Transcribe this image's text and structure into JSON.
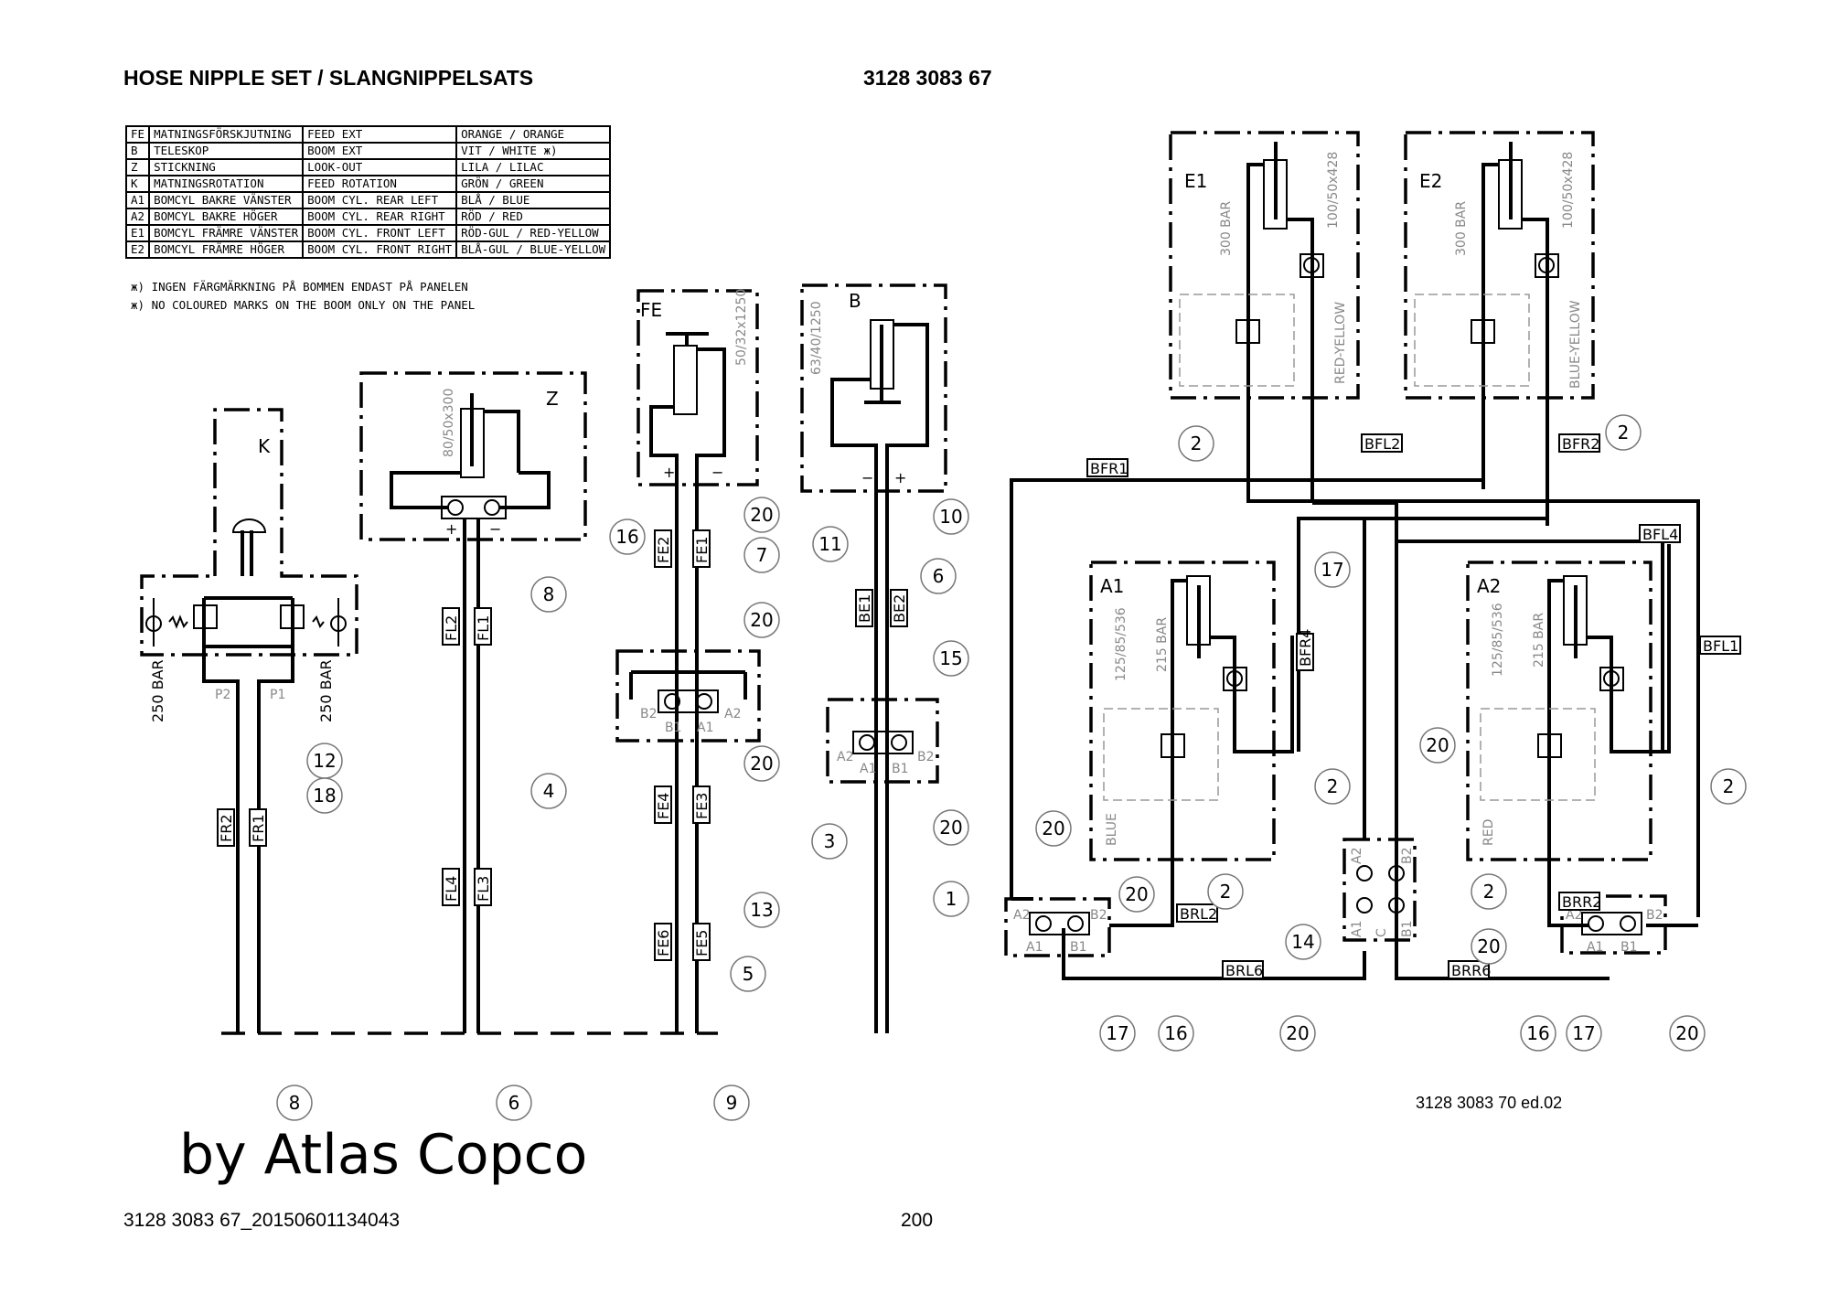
{
  "header": {
    "title": "HOSE NIPPLE SET / SLANGNIPPELSATS",
    "doc_number": "3128 3083 67"
  },
  "legend": {
    "rows": [
      {
        "code": "FE",
        "swedish": "MATNINGSFÖRSKJUTNING",
        "english": "FEED EXT",
        "color": "ORANGE / ORANGE"
      },
      {
        "code": "B",
        "swedish": "TELESKOP",
        "english": "BOOM EXT",
        "color": "VIT / WHITE ж)"
      },
      {
        "code": "Z",
        "swedish": "STICKNING",
        "english": "LOOK-OUT",
        "color": "LILA / LILAC"
      },
      {
        "code": "K",
        "swedish": "MATNINGSROTATION",
        "english": "FEED ROTATION",
        "color": "GRÖN / GREEN"
      },
      {
        "code": "A1",
        "swedish": "BOMCYL BAKRE VÄNSTER",
        "english": "BOOM CYL. REAR LEFT",
        "color": "BLÅ / BLUE"
      },
      {
        "code": "A2",
        "swedish": "BOMCYL BAKRE HÖGER",
        "english": "BOOM CYL. REAR RIGHT",
        "color": "RÖD / RED"
      },
      {
        "code": "E1",
        "swedish": "BOMCYL FRÄMRE VÄNSTER",
        "english": "BOOM CYL. FRONT LEFT",
        "color": "RÖD-GUL / RED-YELLOW"
      },
      {
        "code": "E2",
        "swedish": "BOMCYL FRÄMRE HÖGER",
        "english": "BOOM CYL. FRONT RIGHT",
        "color": "BLÅ-GUL / BLUE-YELLOW"
      }
    ],
    "note_sv": "ж) INGEN FÄRGMÄRKNING PÅ BOMMEN ENDAST PÅ PANELEN",
    "note_en": "ж) NO COLOURED MARKS ON THE BOOM ONLY ON THE PANEL"
  },
  "blocks": {
    "K": {
      "name": "K",
      "left_relief": "250 BAR",
      "right_relief": "250 BAR",
      "port_left": "P2",
      "port_right": "P1"
    },
    "Z": {
      "name": "Z",
      "cylinder": "80/50x300",
      "plus": "+",
      "minus": "−"
    },
    "FE": {
      "name": "FE",
      "cylinder": "50/32x1250",
      "plus": "+",
      "minus": "−",
      "valve_ports": [
        "B2",
        "B1",
        "A1",
        "A2"
      ]
    },
    "B": {
      "name": "B",
      "cylinder": "63/40/1250",
      "plus": "+",
      "minus": "−",
      "valve_ports": [
        "A2",
        "A1",
        "B1",
        "B2"
      ]
    },
    "E1": {
      "name": "E1",
      "relief": "300 BAR",
      "cylinder": "100/50x428",
      "color_tag": "RED-YELLOW"
    },
    "E2": {
      "name": "E2",
      "relief": "300 BAR",
      "cylinder": "100/50x428",
      "color_tag": "BLUE-YELLOW"
    },
    "A1": {
      "name": "A1",
      "relief": "215 BAR",
      "cylinder": "125/85/536",
      "color_tag": "BLUE"
    },
    "A2": {
      "name": "A2",
      "relief": "215 BAR",
      "cylinder": "125/85/536",
      "color_tag": "RED"
    },
    "center_valve": {
      "ports": [
        "A2",
        "B2",
        "A1",
        "C",
        "B1"
      ]
    },
    "left_valve": {
      "ports": [
        "A2",
        "B2",
        "A1",
        "B1"
      ]
    },
    "right_valve": {
      "ports": [
        "A2",
        "B2",
        "A1",
        "B1"
      ]
    }
  },
  "hose_labels": [
    "FR2",
    "FR1",
    "FL2",
    "FL1",
    "FL4",
    "FL3",
    "FE2",
    "FE1",
    "FE4",
    "FE3",
    "FE6",
    "FE5",
    "BE1",
    "BE2",
    "BFR1",
    "BFL2",
    "BFR2",
    "BFL4",
    "BFR4",
    "BFL1",
    "BRL2",
    "BRL6",
    "BRR2",
    "BRR6"
  ],
  "item_bubbles": [
    "12",
    "18",
    "8",
    "6",
    "4",
    "8",
    "16",
    "20",
    "7",
    "20",
    "20",
    "13",
    "5",
    "9",
    "11",
    "10",
    "6",
    "15",
    "20",
    "3",
    "1",
    "2",
    "2",
    "17",
    "2",
    "2",
    "20",
    "20",
    "2",
    "14",
    "20",
    "17",
    "16",
    "20",
    "2",
    "20",
    "16",
    "17",
    "20"
  ],
  "footer": {
    "drawing_number": "3128 3083 70 ed.02",
    "brand": "by Atlas Copco",
    "file_id": "3128 3083 67_20150601134043",
    "page": "200"
  }
}
